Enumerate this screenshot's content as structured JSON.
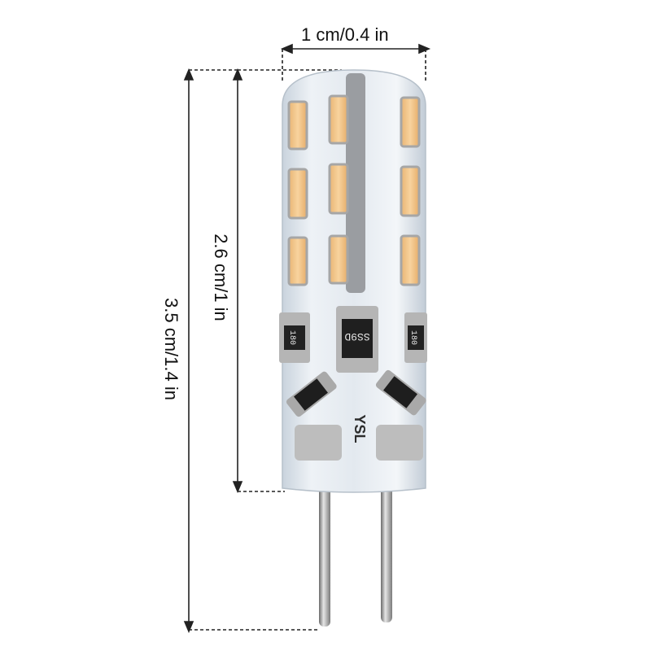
{
  "dimensions": {
    "width": "1 cm/0.4 in",
    "inner_height": "2.6 cm/1 in",
    "outer_height": "3.5 cm/1.4 in"
  },
  "bulb": {
    "chip_label_center": "SS9D",
    "chip_label_left": "180",
    "chip_label_right": "180",
    "board_marking": "YSL",
    "led_color": "#f5c98a",
    "silicone_color": "#dfe6ee"
  }
}
